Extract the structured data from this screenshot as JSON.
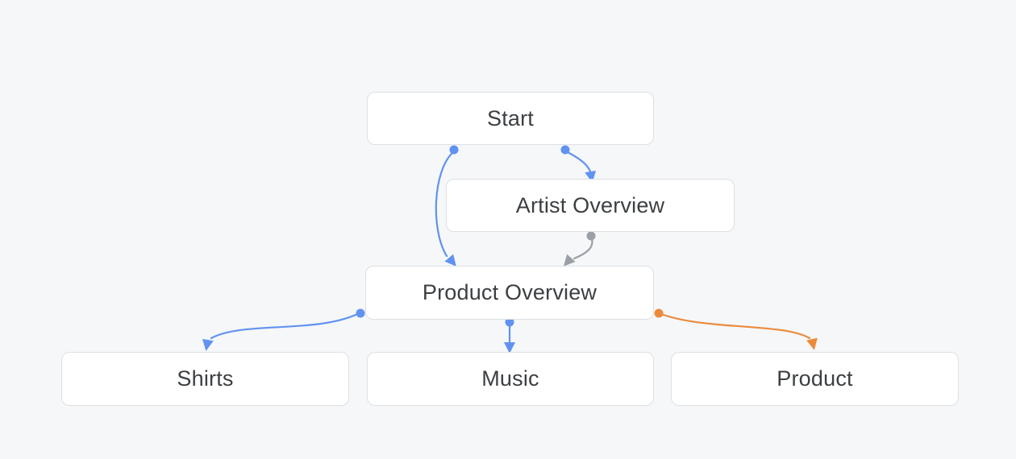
{
  "diagram": {
    "nodes": {
      "start": {
        "label": "Start"
      },
      "artist_overview": {
        "label": "Artist Overview"
      },
      "product_overview": {
        "label": "Product Overview"
      },
      "shirts": {
        "label": "Shirts"
      },
      "music": {
        "label": "Music"
      },
      "product": {
        "label": "Product"
      }
    },
    "edges": [
      {
        "source": "start",
        "target": "artist_overview",
        "color": "edge_blue"
      },
      {
        "source": "start",
        "target": "product_overview",
        "color": "edge_blue"
      },
      {
        "source": "artist_overview",
        "target": "product_overview",
        "color": "edge_gray"
      },
      {
        "source": "product_overview",
        "target": "shirts",
        "color": "edge_blue"
      },
      {
        "source": "product_overview",
        "target": "music",
        "color": "edge_blue"
      },
      {
        "source": "product_overview",
        "target": "product",
        "color": "edge_orange"
      }
    ],
    "colors": {
      "edge_blue": "#6192f0",
      "edge_gray": "#9aa0a6",
      "edge_orange": "#ec8a3c",
      "node_background": "#ffffff",
      "node_border": "#dde0e4",
      "node_text": "#3c4043",
      "canvas_background": "#f5f7f9"
    }
  }
}
